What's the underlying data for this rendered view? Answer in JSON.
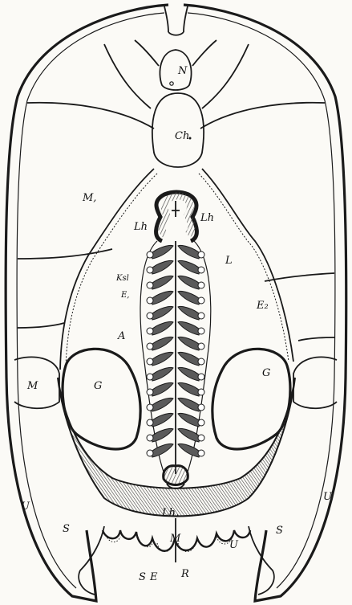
{
  "labels": {
    "N": "N",
    "Ch": "Ch",
    "M1": "M,",
    "Lh_left": "Lh",
    "Lh_right": "Lh",
    "L": "L",
    "Ksl": "Ksl",
    "E1": "E,",
    "E2": "E₂",
    "A": "A",
    "M_left": "M",
    "G_left": "G",
    "G_right": "G",
    "Lh1": "Lh,",
    "U_left": "U",
    "U_right": "U",
    "S_left": "S",
    "S_right": "S",
    "M_bottom": "M",
    "U_bottom": "U",
    "S_bottom": "S",
    "E_bottom": "E",
    "R": "R"
  },
  "colors": {
    "ink": "#1a1a1a",
    "paper": "#fbfaf6",
    "hatch": "#555555"
  }
}
